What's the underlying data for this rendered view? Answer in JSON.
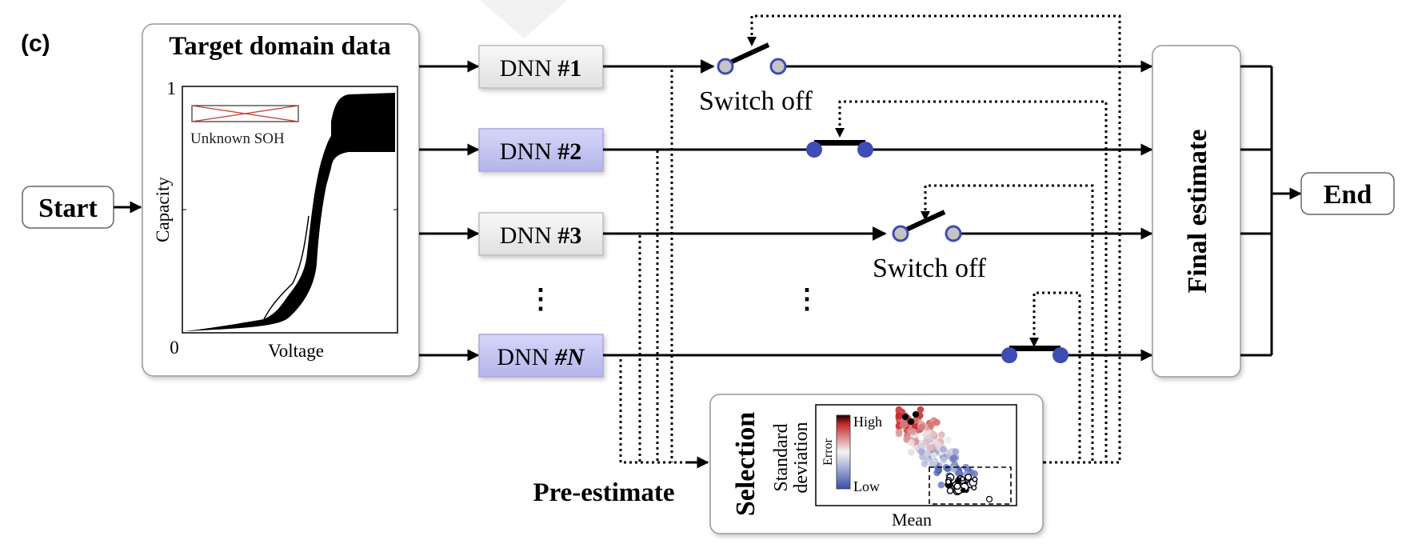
{
  "panel_label": "(c)",
  "start_label": "Start",
  "end_label": "End",
  "target": {
    "title": "Target domain data",
    "y_axis_label": "Capacity",
    "x_axis_label": "Voltage",
    "y_tick_top": "1",
    "origin_tick": "0",
    "legend_label": "Unknown SOH"
  },
  "dnn_nodes": [
    {
      "prefix": "DNN ",
      "id": "#1",
      "selected": false
    },
    {
      "prefix": "DNN ",
      "id": "#2",
      "selected": true
    },
    {
      "prefix": "DNN ",
      "id": "#3",
      "selected": false
    },
    {
      "prefix": "DNN ",
      "id": "#N",
      "selected": true
    }
  ],
  "ellipsis": "⋮",
  "switches": [
    {
      "state": "open",
      "label": "Switch off"
    },
    {
      "state": "closed",
      "label": ""
    },
    {
      "state": "open",
      "label": "Switch off"
    },
    {
      "state": "closed",
      "label": ""
    }
  ],
  "final_estimate_label": "Final estimate",
  "pre_estimate_label": "Pre-estimate",
  "selection": {
    "title": "Selection",
    "y_label_line1": "Standard",
    "y_label_line2": "deviation",
    "x_label": "Mean",
    "colorbar_label": "Error",
    "colorbar_high": "High",
    "colorbar_low": "Low"
  },
  "colors": {
    "selected_fill": "#c6c6f2",
    "unselected_fill": "#eeeeee",
    "closed_switch": "#3f4cb4",
    "open_switch": "#c4c4c4",
    "error_high": "#c62828",
    "error_low": "#3a4fae"
  }
}
